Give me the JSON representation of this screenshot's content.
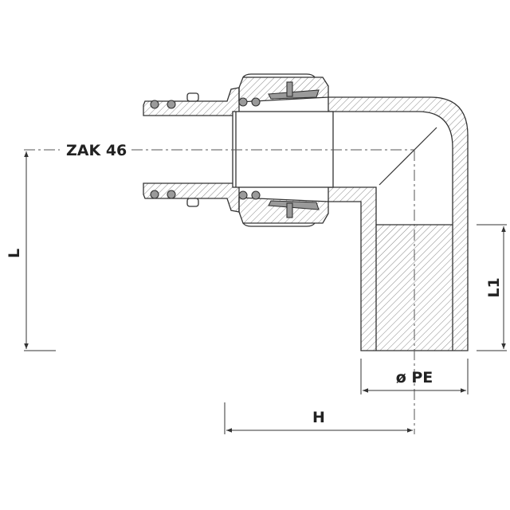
{
  "drawing": {
    "product_label": "ZAK 46",
    "dimensions": {
      "L": "L",
      "L1": "L1",
      "diameter_pe": "ø PE",
      "H": "H"
    },
    "colors": {
      "line": "#333333",
      "seal": "#9a9a9a",
      "hatch": "#777777"
    }
  }
}
